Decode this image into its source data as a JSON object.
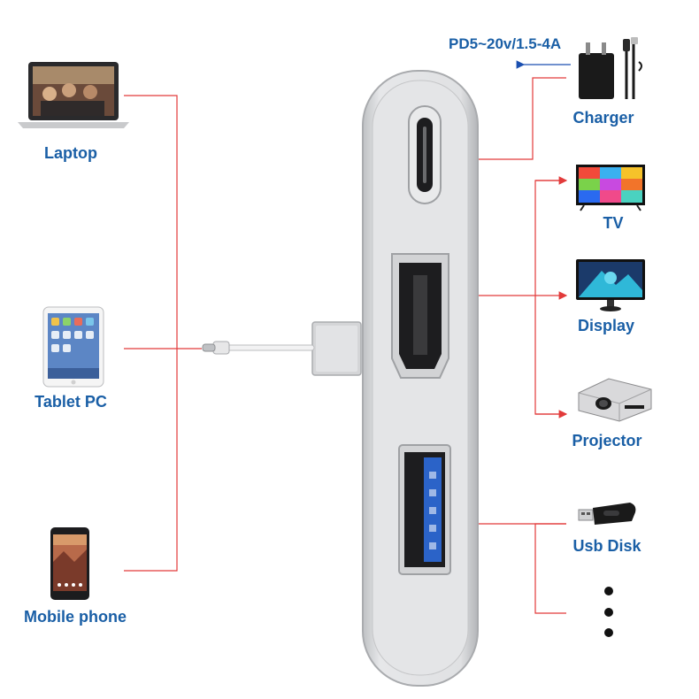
{
  "colors": {
    "label": "#1a5fa6",
    "wire": "#e23a3a",
    "arrow_blue": "#1a4fb0",
    "housing": "#d9dadd",
    "port_dark": "#1d1d1f",
    "usb_blue": "#2b63c8"
  },
  "devices": {
    "laptop": "Laptop",
    "tablet": "Tablet PC",
    "mobile": "Mobile phone"
  },
  "outputs": {
    "charger": "Charger",
    "tv": "TV",
    "display": "Display",
    "projector": "Projector",
    "usb_disk": "Usb Disk"
  },
  "power_spec": "PD5~20v/1.5-4A",
  "icons": {
    "laptop": "laptop-icon",
    "tablet": "tablet-icon",
    "mobile": "mobile-phone-icon",
    "charger": "charger-icon",
    "tv": "tv-icon",
    "display": "monitor-icon",
    "projector": "projector-icon",
    "usb_disk": "usb-disk-icon",
    "more": "ellipsis-icon"
  }
}
